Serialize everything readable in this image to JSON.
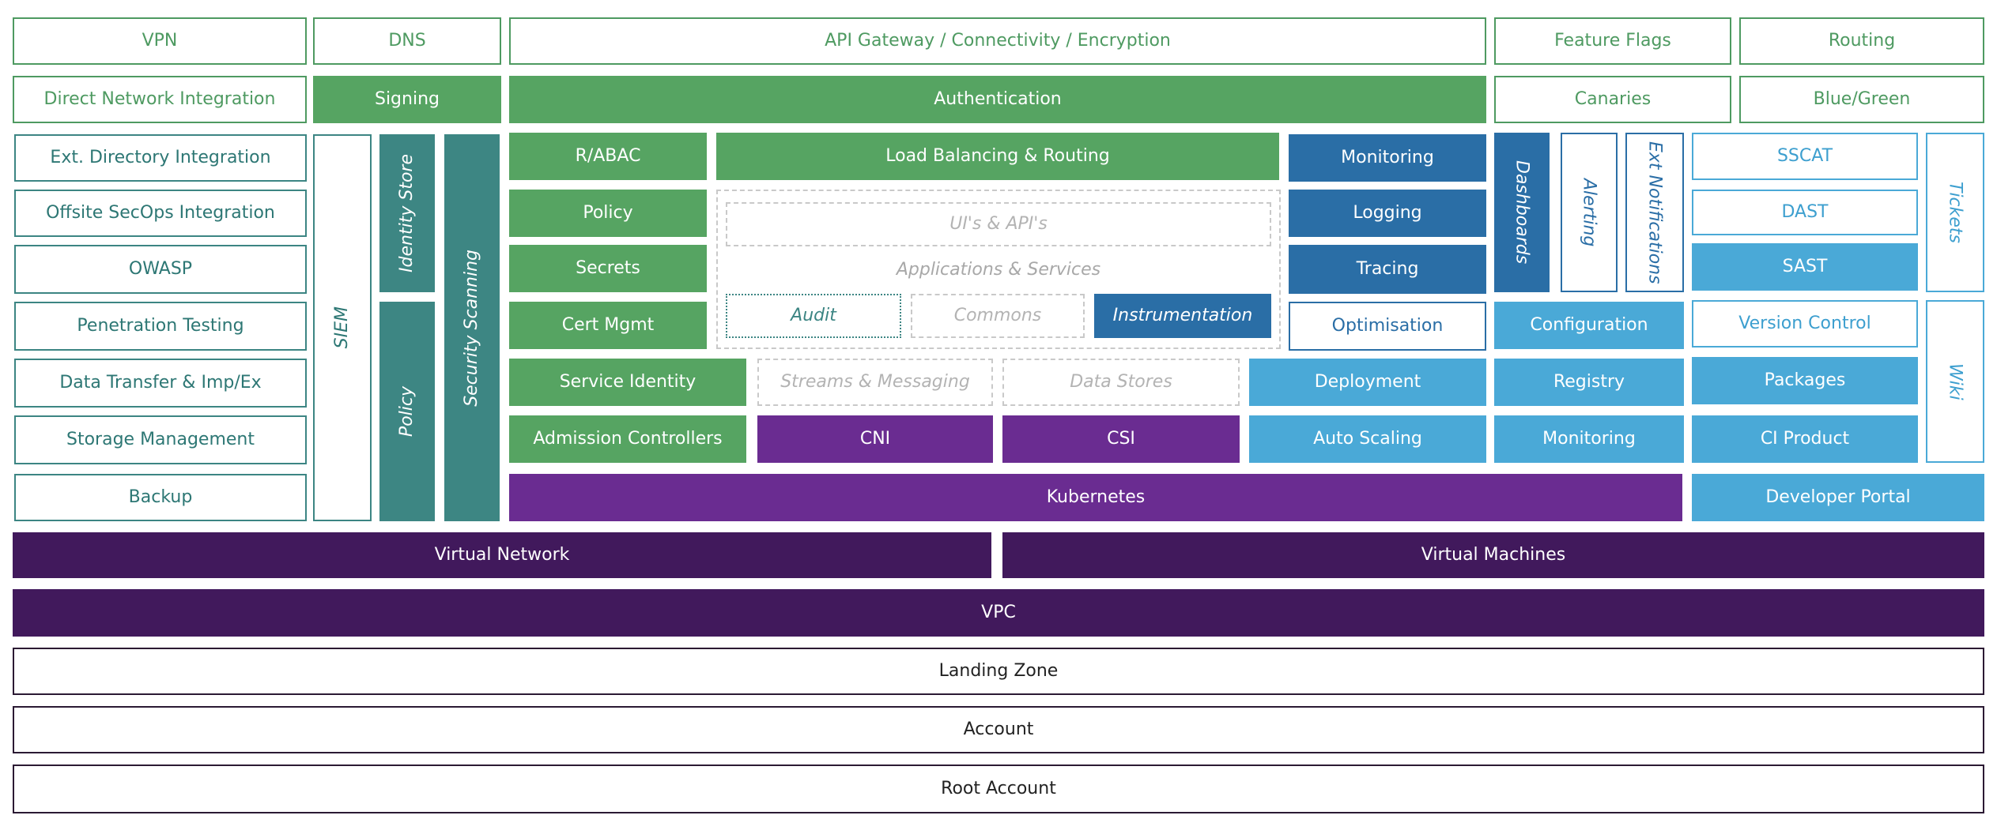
{
  "top": {
    "vpn": "VPN",
    "dns": "DNS",
    "api_gateway": "API Gateway / Connectivity / Encryption",
    "feature_flags": "Feature Flags",
    "routing": "Routing"
  },
  "row2": {
    "direct_network": "Direct Network Integration",
    "signing": "Signing",
    "authentication": "Authentication",
    "canaries": "Canaries",
    "blue_green": "Blue/Green"
  },
  "left": {
    "ext_directory": "Ext. Directory Integration",
    "offsite_secops": "Offsite SecOps Integration",
    "owasp": "OWASP",
    "pen_testing": "Penetration Testing",
    "data_transfer": "Data Transfer & Imp/Ex",
    "storage_mgmt": "Storage Management",
    "backup": "Backup"
  },
  "security": {
    "siem": "SIEM",
    "identity_store": "Identity Store",
    "policy": "Policy",
    "security_scanning": "Security Scanning"
  },
  "platform": {
    "rabac": "R/ABAC",
    "policy": "Policy",
    "secrets": "Secrets",
    "cert_mgmt": "Cert Mgmt",
    "service_identity": "Service Identity",
    "admission_controllers": "Admission Controllers",
    "load_balancing": "Load Balancing & Routing",
    "uis_apis": "UI's & API's",
    "apps_services": "Applications & Services",
    "audit": "Audit",
    "commons": "Commons",
    "instrumentation": "Instrumentation",
    "streams_messaging": "Streams & Messaging",
    "data_stores": "Data Stores",
    "cni": "CNI",
    "csi": "CSI",
    "kubernetes": "Kubernetes"
  },
  "observability": {
    "monitoring": "Monitoring",
    "logging": "Logging",
    "tracing": "Tracing",
    "optimisation": "Optimisation",
    "deployment": "Deployment",
    "auto_scaling": "Auto Scaling"
  },
  "ops": {
    "dashboards": "Dashboards",
    "alerting": "Alerting",
    "ext_notifications": "Ext Notifications",
    "configuration": "Configuration",
    "registry": "Registry",
    "monitoring": "Monitoring"
  },
  "devtools": {
    "sscat": "SSCAT",
    "dast": "DAST",
    "sast": "SAST",
    "version_control": "Version Control",
    "packages": "Packages",
    "ci_product": "CI Product",
    "developer_portal": "Developer Portal",
    "tickets": "Tickets",
    "wiki": "Wiki"
  },
  "foundation": {
    "virtual_network": "Virtual Network",
    "virtual_machines": "Virtual Machines",
    "vpc": "VPC",
    "landing_zone": "Landing Zone",
    "account": "Account",
    "root_account": "Root Account"
  }
}
